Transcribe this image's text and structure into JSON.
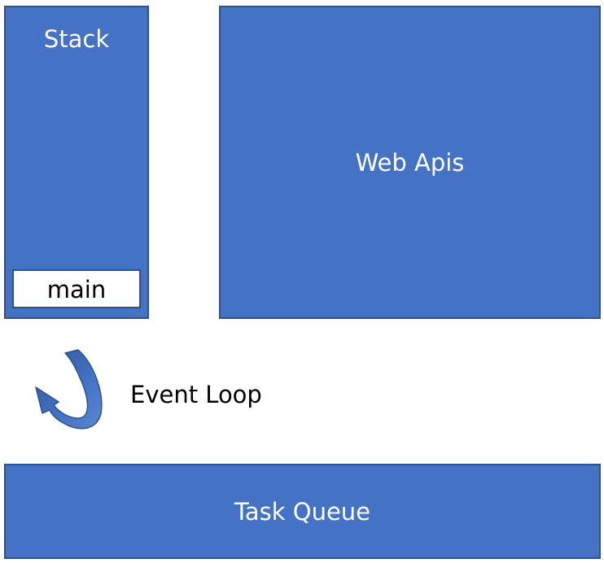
{
  "diagram": {
    "stack": {
      "title": "Stack",
      "frame": "main"
    },
    "web_apis": {
      "title": "Web Apis"
    },
    "event_loop": {
      "label": "Event Loop"
    },
    "task_queue": {
      "title": "Task Queue"
    }
  },
  "colors": {
    "box_fill": "#4472c4",
    "box_border": "#2f528f",
    "arrow_dark": "#2f5597",
    "text_on_box": "#ffffff",
    "text_plain": "#000000"
  },
  "icons": {
    "loop": "curved-arrow-icon"
  }
}
